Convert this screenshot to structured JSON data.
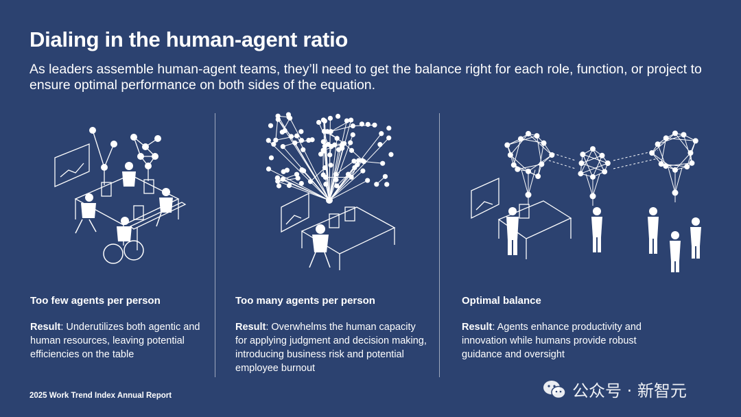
{
  "title": "Dialing in the human-agent ratio",
  "subtitle": "As leaders assemble human-agent teams, they’ll need to get the balance right for each role, function, or project to ensure optimal performance on both sides of the equation.",
  "columns": [
    {
      "heading": "Too few agents per person",
      "result_label": "Result",
      "result_text": ": Underutilizes both agentic and human resources, leaving potential efficiencies on the table"
    },
    {
      "heading": "Too many agents per person",
      "result_label": "Result",
      "result_text": ": Overwhelms the human capacity for applying judgment and decision making, introducing business risk and potential employee burnout"
    },
    {
      "heading": "Optimal balance",
      "result_label": "Result",
      "result_text": ": Agents enhance productivity and innovation while humans provide robust guidance and oversight"
    }
  ],
  "footer": "2025 Work Trend Index Annual Report",
  "watermark": "公众号 · 新智元",
  "colors": {
    "background": "#2c4270",
    "foreground": "#ffffff"
  }
}
